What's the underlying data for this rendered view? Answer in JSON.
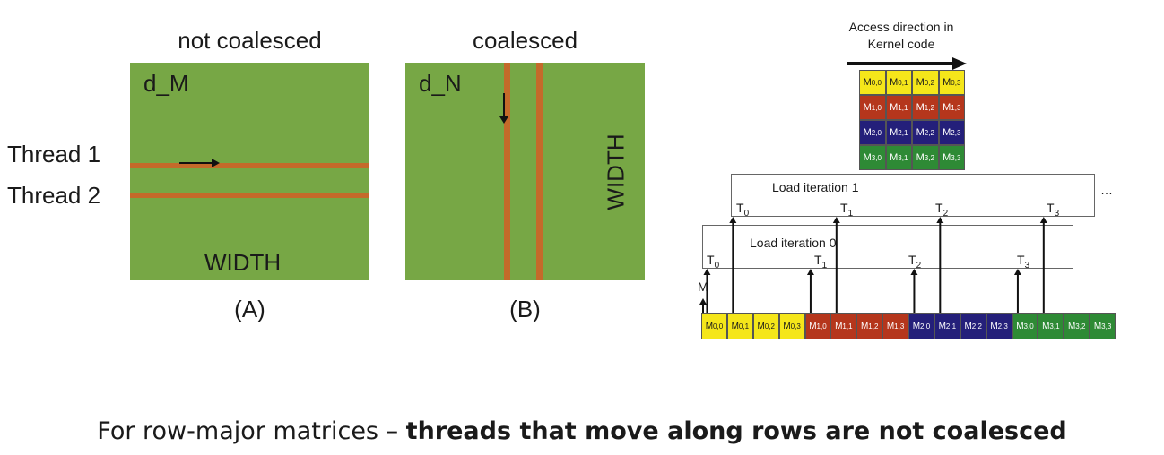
{
  "panel_a": {
    "title": "not coalesced",
    "matrix_label": "d_M",
    "thread1": "Thread 1",
    "thread2": "Thread 2",
    "width_label": "WIDTH",
    "caption": "(A)"
  },
  "panel_b": {
    "title": "coalesced",
    "matrix_label": "d_N",
    "width_label": "WIDTH",
    "caption": "(B)"
  },
  "panel_c": {
    "access_line1": "Access direction in",
    "access_line2": "Kernel code",
    "load_iter1": "Load iteration 1",
    "load_iter0": "Load iteration 0",
    "ellipsis": "…",
    "m_label": "M",
    "threads": [
      "T",
      "T",
      "T",
      "T"
    ],
    "thread_subs": [
      "0",
      "1",
      "2",
      "3"
    ],
    "row_colors": [
      "#f5e61a",
      "#b5361c",
      "#241f7a",
      "#2e8a35"
    ],
    "row_text_colors": [
      "#1a1a1a",
      "#ffffff",
      "#ffffff",
      "#ffffff"
    ]
  },
  "bottom": {
    "prefix": "For row-major matrices – ",
    "bold": "threads that move along rows are not coalesced"
  }
}
